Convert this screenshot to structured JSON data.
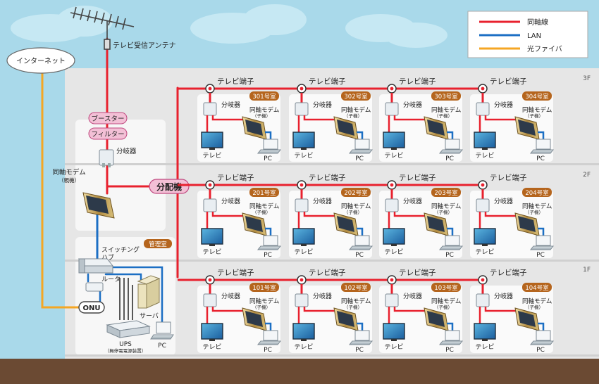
{
  "legend": {
    "items": [
      {
        "label": "同軸線",
        "color": "#e8212e"
      },
      {
        "label": "LAN",
        "color": "#1c6fc4"
      },
      {
        "label": "光ファイバ",
        "color": "#f5a623"
      }
    ]
  },
  "antenna_label": "テレビ受信アンテナ",
  "internet_label": "インターネット",
  "booster_label": "ブースター",
  "filter_label": "フィルター",
  "splitter_label": "分岐器",
  "distributor_label": "分配機",
  "parent_modem_label": "同軸モデム",
  "parent_modem_sub": "（親機）",
  "mgmt_room_label": "管理室",
  "switching_hub_label": "スイッチング\nハブ",
  "router_label": "ルータ",
  "server_label": "サーバ",
  "onu_label": "ONU",
  "ups_label": "UPS",
  "ups_sub": "（無停電電源装置）",
  "pc_label": "PC",
  "tv_label": "テレビ",
  "tv_port_label": "テレビ端子",
  "child_modem_label": "同軸モデム",
  "child_modem_sub": "（子機）",
  "floors": [
    {
      "label": "3F",
      "rooms": [
        "301号室",
        "302号室",
        "303号室",
        "304号室"
      ]
    },
    {
      "label": "2F",
      "rooms": [
        "201号室",
        "202号室",
        "203号室",
        "204号室"
      ]
    },
    {
      "label": "1F",
      "rooms": [
        "101号室",
        "102号室",
        "103号室",
        "104号室"
      ]
    }
  ]
}
